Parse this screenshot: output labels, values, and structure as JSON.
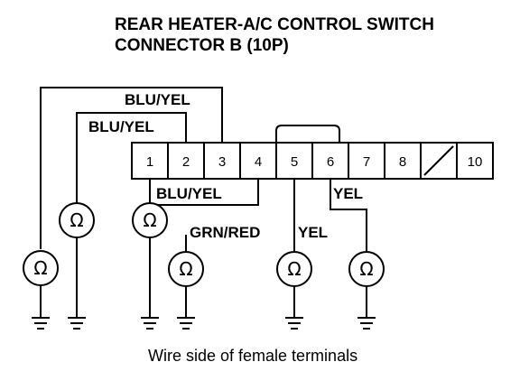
{
  "title": {
    "line1": "REAR HEATER-A/C CONTROL SWITCH",
    "line2": "CONNECTOR B (10P)"
  },
  "connector": {
    "pins": [
      "1",
      "2",
      "3",
      "4",
      "5",
      "6",
      "7",
      "8",
      "",
      "10"
    ]
  },
  "wire_labels": {
    "pin3_outer": "BLU/YEL",
    "pin2_inner": "BLU/YEL",
    "pin1_pin4": "BLU/YEL",
    "pin6_pin7": "YEL",
    "pin4_gnd": "GRN/RED",
    "pin5_gnd": "YEL"
  },
  "meter_symbol": "Ω",
  "caption": "Wire side of female terminals"
}
